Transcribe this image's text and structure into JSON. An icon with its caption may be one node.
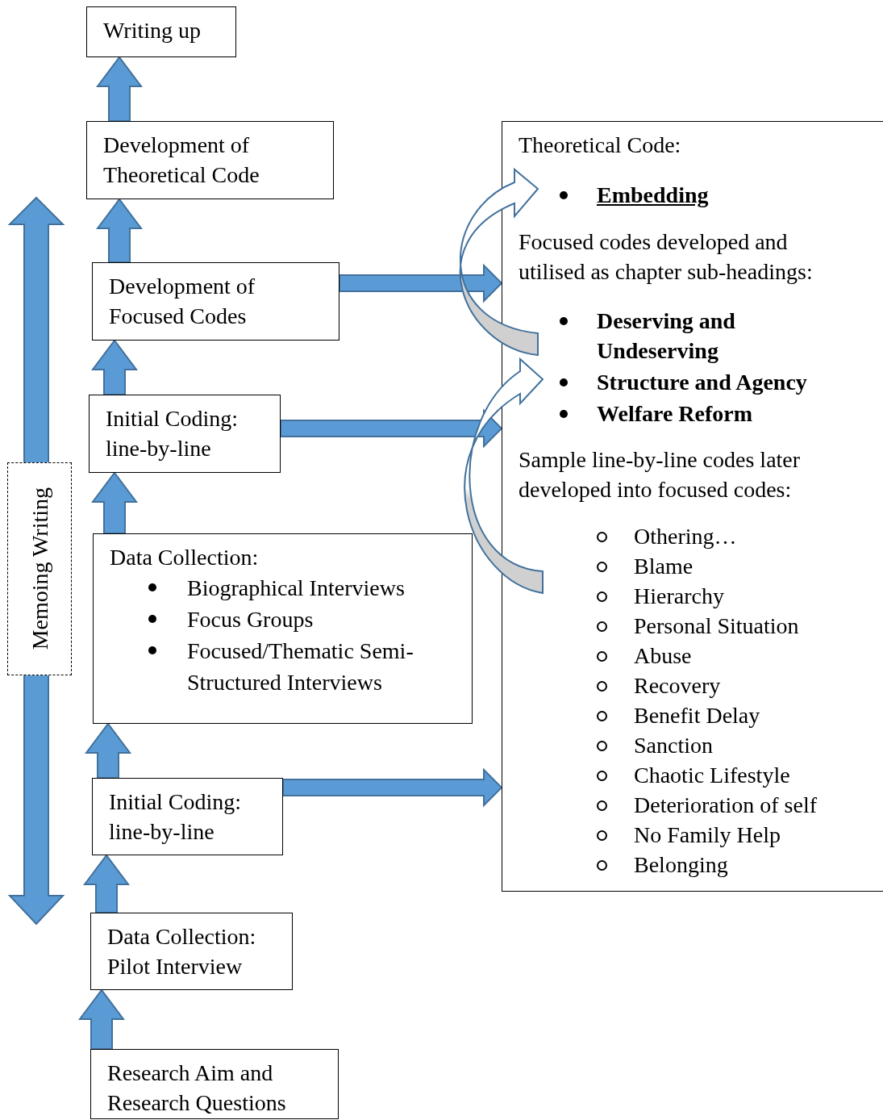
{
  "diagram": {
    "nodes": [
      {
        "text": [
          "Writing up"
        ]
      },
      {
        "text": [
          "Development of Theoretical Code"
        ]
      },
      {
        "text": [
          "Development of Focused Codes"
        ]
      },
      {
        "text": [
          "Initial Coding: line-by-line"
        ]
      },
      {
        "text": [
          "Data Collection:",
          "Biographical Interviews",
          "Focus Groups",
          "Focused/Thematic Semi-Structured Interviews"
        ]
      },
      {
        "text": [
          "Initial Coding: line-by-line"
        ]
      },
      {
        "text": [
          "Data Collection: Pilot Interview"
        ]
      },
      {
        "text": [
          "Research Aim and Research Questions"
        ]
      },
      {
        "text": [
          "Memoing Writing"
        ]
      },
      {
        "text": [
          "Theoretical Code:",
          "Embedding",
          "Focused codes developed and utilised as chapter sub-headings:",
          "Deserving and Undeserving",
          "Structure and Agency",
          "Welfare Reform",
          "Sample line-by-line codes later developed into focused codes:",
          "Othering…",
          "Blame",
          "Hierarchy",
          "Personal Situation",
          "Abuse",
          "Recovery",
          "Benefit Delay",
          "Sanction",
          "Chaotic Lifestyle",
          "Deterioration of self",
          "No Family Help",
          "Belonging"
        ]
      }
    ],
    "edges": [
      {
        "from": 7,
        "to": 6,
        "arrow": "to"
      },
      {
        "from": 6,
        "to": 5,
        "arrow": "to"
      },
      {
        "from": 5,
        "to": 4,
        "arrow": "to"
      },
      {
        "from": 4,
        "to": 3,
        "arrow": "to"
      },
      {
        "from": 3,
        "to": 2,
        "arrow": "to"
      },
      {
        "from": 2,
        "to": 1,
        "arrow": "to"
      },
      {
        "from": 1,
        "to": 0,
        "arrow": "to"
      },
      {
        "from": 2,
        "to": 9,
        "arrow": "to"
      },
      {
        "from": 3,
        "to": 9,
        "arrow": "to"
      },
      {
        "from": 5,
        "to": 9,
        "arrow": "to"
      }
    ]
  }
}
